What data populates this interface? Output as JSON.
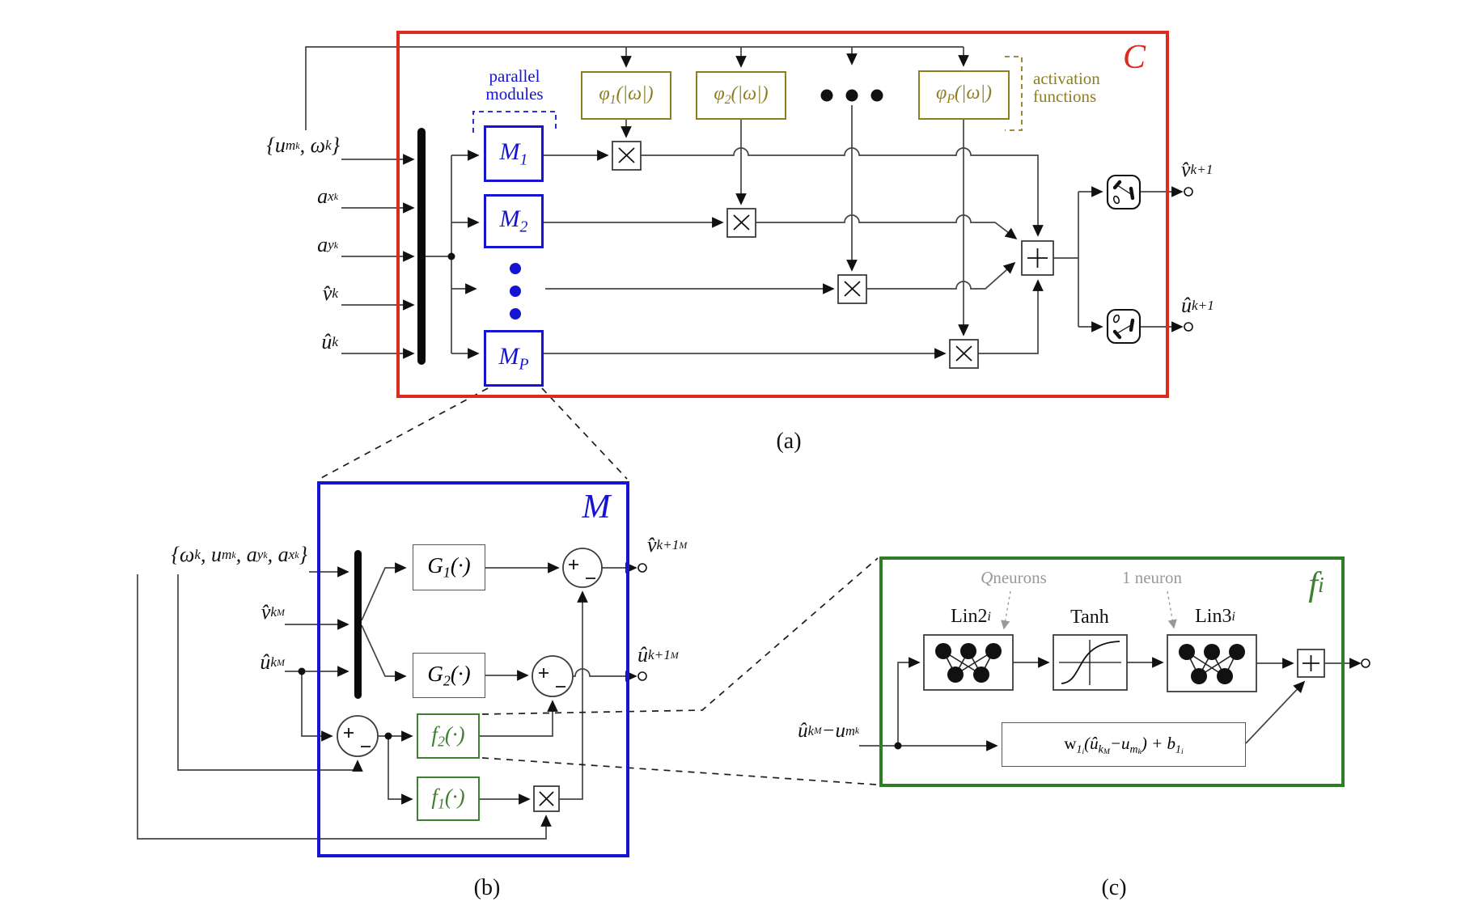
{
  "colors": {
    "red": "#dd2a1e",
    "blue": "#1414d2",
    "olive": "#8e7e22",
    "green": "#3d8030",
    "green_dark": "#2f7d27",
    "gray_text": "#999999",
    "wire": "#444444",
    "ink": "#111111"
  },
  "icons": {
    "multiplier-icon": "boxed ×",
    "adder-icon": "boxed +",
    "sum-junction-icon": "circle with + and −",
    "mux-bar-icon": "thick vertical bus bar",
    "switch-icon": "sampler/switch in rounded box",
    "neural-net-icon": "two-layer neuron graph",
    "tanh-curve-icon": "sigmoid curve with axes",
    "output-port-icon": "small open circle",
    "junction-dot-icon": "filled dot",
    "ellipsis-dots-icon": "• • •"
  },
  "panel_a": {
    "caption": "(a)",
    "tag": [
      [
        "C",
        0
      ]
    ],
    "annotations": {
      "parallel": [
        "parallel",
        "modules"
      ],
      "activation": [
        "activation",
        "functions"
      ]
    },
    "inputs": {
      "set": [
        [
          "{u",
          0
        ],
        [
          "m",
          1
        ],
        [
          "k",
          2
        ],
        [
          ", ω",
          0
        ],
        [
          "k",
          1
        ],
        [
          "}",
          0
        ]
      ],
      "axk": [
        [
          "a",
          0
        ],
        [
          "x",
          1
        ],
        [
          "k",
          2
        ]
      ],
      "ayk": [
        [
          "a",
          0
        ],
        [
          "y",
          1
        ],
        [
          "k",
          2
        ]
      ],
      "vk": [
        [
          "v̂",
          0
        ],
        [
          "k",
          1
        ]
      ],
      "uk": [
        [
          "û",
          0
        ],
        [
          "k",
          1
        ]
      ]
    },
    "modules": {
      "m1": [
        [
          "M",
          0
        ],
        [
          "1",
          1
        ]
      ],
      "m2": [
        [
          "M",
          0
        ],
        [
          "2",
          1
        ]
      ],
      "mp": [
        [
          "M",
          0
        ],
        [
          "P",
          1
        ]
      ]
    },
    "activations": {
      "phi1": [
        [
          "φ",
          0
        ],
        [
          "1",
          1
        ],
        [
          "(|ω|)",
          0
        ]
      ],
      "phi2": [
        [
          "φ",
          0
        ],
        [
          "2",
          1
        ],
        [
          "(|ω|)",
          0
        ]
      ],
      "phip": [
        [
          "φ",
          0
        ],
        [
          "P",
          1
        ],
        [
          "(|ω|)",
          0
        ]
      ]
    },
    "outputs": {
      "v_next": [
        [
          "v̂",
          0
        ],
        [
          "k+1",
          1
        ]
      ],
      "u_next": [
        [
          "û",
          0
        ],
        [
          "k+1",
          1
        ]
      ]
    }
  },
  "panel_b": {
    "caption": "(b)",
    "tag": [
      [
        "M",
        0
      ]
    ],
    "inputs": {
      "set": [
        [
          "{ω",
          0
        ],
        [
          "k",
          1
        ],
        [
          ", u",
          0
        ],
        [
          "m",
          1
        ],
        [
          "k",
          2
        ],
        [
          ", a",
          0
        ],
        [
          "y",
          1
        ],
        [
          "k",
          2
        ],
        [
          ", a",
          0
        ],
        [
          "x",
          1
        ],
        [
          "k",
          2
        ],
        [
          "}",
          0
        ]
      ],
      "vkm": [
        [
          "v̂",
          0
        ],
        [
          "k",
          1
        ],
        [
          "M",
          2
        ]
      ],
      "ukm": [
        [
          "û",
          0
        ],
        [
          "k",
          1
        ],
        [
          "M",
          2
        ]
      ]
    },
    "blocks": {
      "g1": [
        [
          "G",
          0
        ],
        [
          "1",
          1
        ],
        [
          "(·)",
          0
        ]
      ],
      "g2": [
        [
          "G",
          0
        ],
        [
          "2",
          1
        ],
        [
          "(·)",
          0
        ]
      ],
      "f2": [
        [
          "f",
          0
        ],
        [
          "2",
          1
        ],
        [
          "(·)",
          0
        ]
      ],
      "f1": [
        [
          "f",
          0
        ],
        [
          "1",
          1
        ],
        [
          "(·)",
          0
        ]
      ]
    },
    "outputs": {
      "v_next": [
        [
          "v̂",
          0
        ],
        [
          "k+1",
          1
        ],
        [
          "M",
          2
        ]
      ],
      "u_next": [
        [
          "û",
          0
        ],
        [
          "k+1",
          1
        ],
        [
          "M",
          2
        ]
      ]
    }
  },
  "panel_c": {
    "caption": "(c)",
    "tag": [
      [
        "f",
        0
      ],
      [
        "i",
        1
      ]
    ],
    "annotations": {
      "q_neurons": [
        [
          "Q",
          0
        ],
        [
          " neurons",
          0,
          "r"
        ]
      ],
      "one_neuron": [
        [
          "1 neuron",
          0,
          "r"
        ]
      ]
    },
    "blocks": {
      "lin2": [
        [
          "Lin2",
          0,
          "r"
        ],
        [
          "i",
          1
        ]
      ],
      "tanh": [
        [
          "Tanh",
          0,
          "r"
        ]
      ],
      "lin3": [
        [
          "Lin3",
          0,
          "r"
        ],
        [
          "i",
          1
        ]
      ]
    },
    "input": [
      [
        "û",
        0
      ],
      [
        "k",
        1
      ],
      [
        "M",
        2
      ],
      [
        "−u",
        0
      ],
      [
        "m",
        1
      ],
      [
        "k",
        2
      ]
    ],
    "formula": [
      [
        "w",
        0,
        "r"
      ],
      [
        "1",
        1
      ],
      [
        "i",
        2
      ],
      [
        "(û",
        0
      ],
      [
        "k",
        1
      ],
      [
        "M",
        2
      ],
      [
        "−u",
        0
      ],
      [
        "m",
        1
      ],
      [
        "k",
        2
      ],
      [
        ") + b",
        0
      ],
      [
        "1",
        1
      ],
      [
        "i",
        2
      ]
    ]
  }
}
